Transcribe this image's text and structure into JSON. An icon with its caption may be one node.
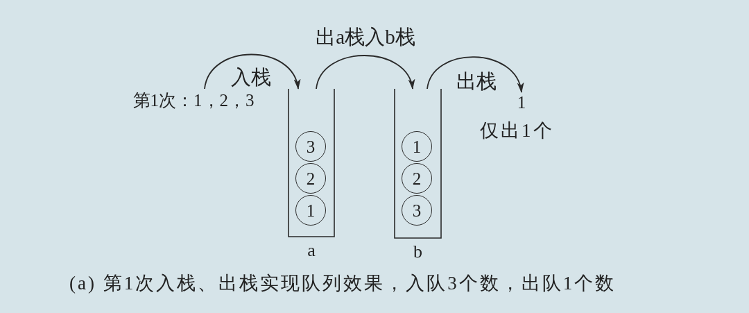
{
  "diagram": {
    "caption": "(a) 第1次入栈、出栈实现队列效果，入队3个数，出队1个数",
    "nodes": [
      {
        "text": [
          "第1次：1，2，3"
        ]
      },
      {
        "text": [
          "a"
        ]
      },
      {
        "text": [
          "3"
        ],
        "in": 1
      },
      {
        "text": [
          "2"
        ],
        "in": 1
      },
      {
        "text": [
          "1"
        ],
        "in": 1
      },
      {
        "text": [
          "b"
        ]
      },
      {
        "text": [
          "1"
        ],
        "in": 5
      },
      {
        "text": [
          "2"
        ],
        "in": 5
      },
      {
        "text": [
          "3"
        ],
        "in": 5
      },
      {
        "text": [
          "1"
        ],
        "beside": [
          "仅出1个"
        ]
      }
    ],
    "edges": [
      {
        "from": 0,
        "to": 1,
        "arrow": "to",
        "label": "入栈"
      },
      {
        "from": 1,
        "to": 5,
        "arrow": "to",
        "label": "出a栈入b栈"
      },
      {
        "from": 5,
        "to": 9,
        "arrow": "to",
        "label": "出栈"
      }
    ]
  }
}
